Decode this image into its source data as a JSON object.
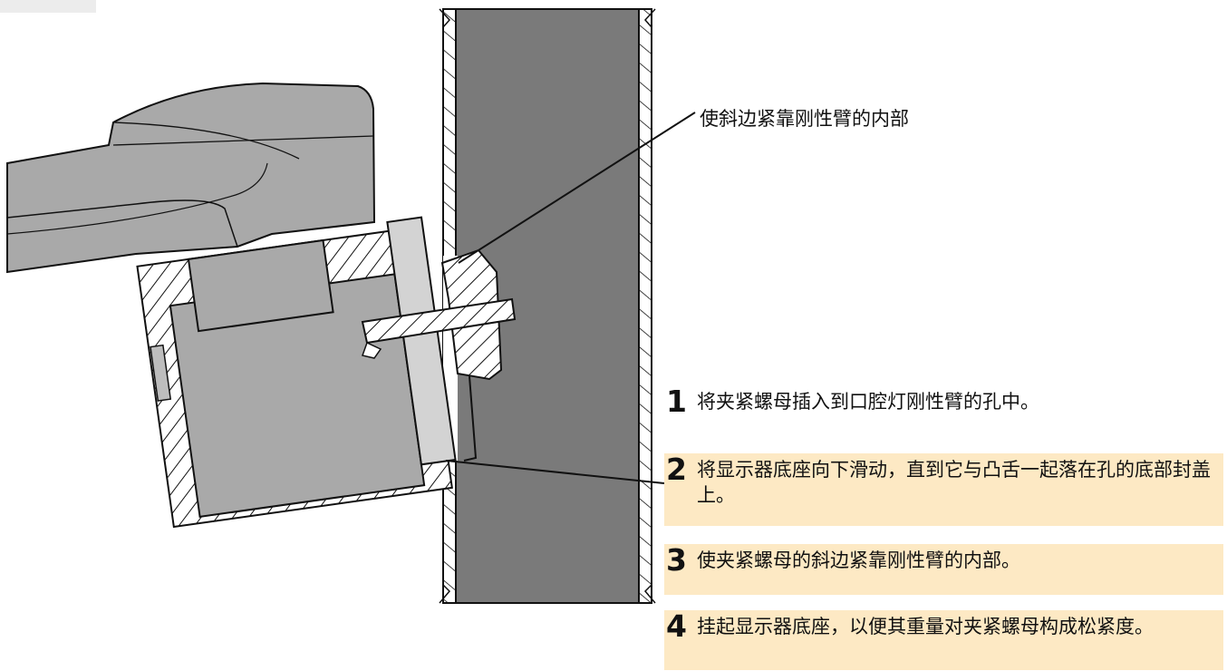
{
  "callout": {
    "label": "使斜边紧靠刚性臂的内部"
  },
  "steps": [
    {
      "number": "1",
      "text": "将夹紧螺母插入到口腔灯刚性臂的孔中。",
      "highlighted": false
    },
    {
      "number": "2",
      "text": "将显示器底座向下滑动，直到它与凸舌一起落在孔的底部封盖上。",
      "highlighted": true
    },
    {
      "number": "3",
      "text": "使夹紧螺母的斜边紧靠刚性臂的内部。",
      "highlighted": true
    },
    {
      "number": "4",
      "text": "挂起显示器底座，以便其重量对夹紧螺母构成松紧度。",
      "highlighted": true
    }
  ],
  "colors": {
    "highlight": "#fde9c4",
    "panel_dark": "#7a7a7a",
    "part_gray": "#a9a9a9",
    "outline": "#111111"
  }
}
